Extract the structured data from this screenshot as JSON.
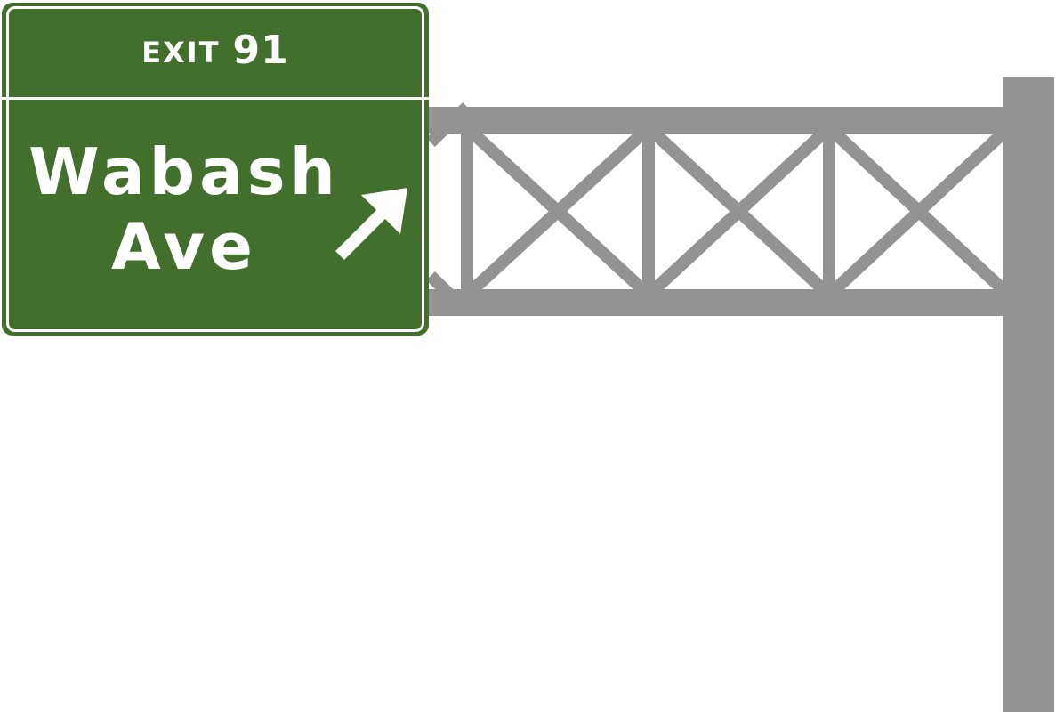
{
  "sign": {
    "exit_label": "EXIT",
    "exit_number": "91",
    "destination_line1": "Wabash",
    "destination_line2": "Ave",
    "arrow_icon": "arrow-up-right-icon"
  },
  "colors": {
    "sign_green": "#436f2d",
    "legend_white": "#ffffff",
    "gantry_gray": "#939393"
  }
}
